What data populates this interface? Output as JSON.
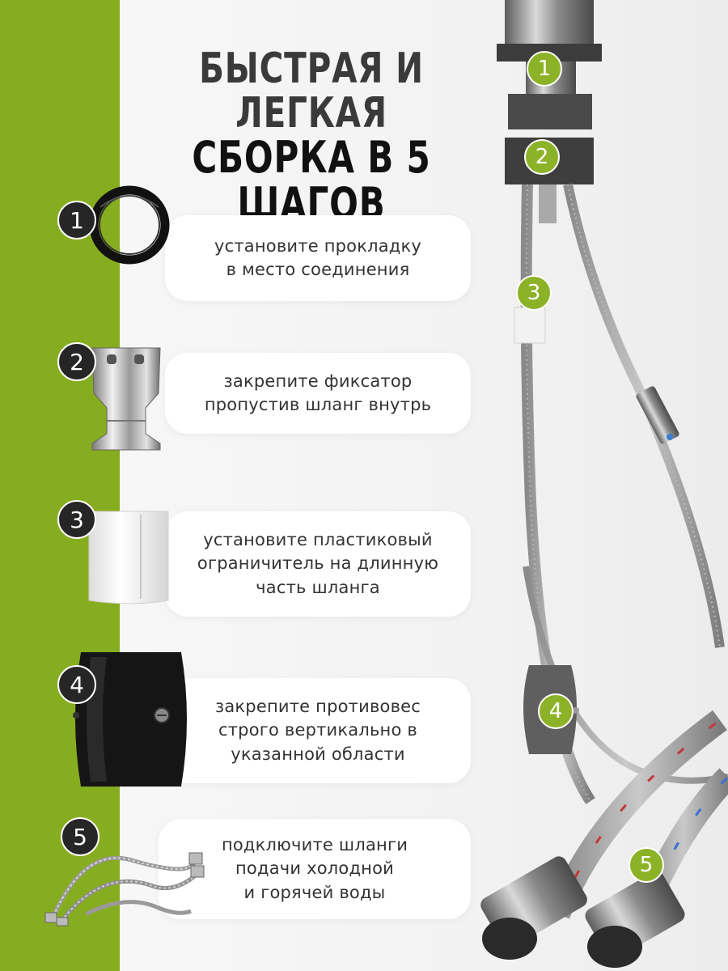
{
  "title": {
    "line1": "Быстрая и легкая",
    "line2": "сборка в 5 шагов"
  },
  "colors": {
    "accent_green": "#86ad1f",
    "badge_dark": "#262626",
    "card_bg": "#ffffff"
  },
  "steps": [
    {
      "number": "1",
      "text": "установите прокладку\nв место соединения",
      "icon": "gasket-ring-icon"
    },
    {
      "number": "2",
      "text": "закрепите фиксатор\nпропустив шланг внутрь",
      "icon": "metal-clamp-icon"
    },
    {
      "number": "3",
      "text": "установите пластиковый\nограничитель на длинную\nчасть шланга",
      "icon": "plastic-limiter-icon"
    },
    {
      "number": "4",
      "text": "закрепите противовес\nстрого вертикально в\nуказанной области",
      "icon": "counterweight-icon"
    },
    {
      "number": "5",
      "text": "подключите шланги\nподачи холодной\nи горячей воды",
      "icon": "supply-hoses-icon"
    }
  ],
  "illustration_markers": [
    "1",
    "2",
    "3",
    "4",
    "5"
  ]
}
